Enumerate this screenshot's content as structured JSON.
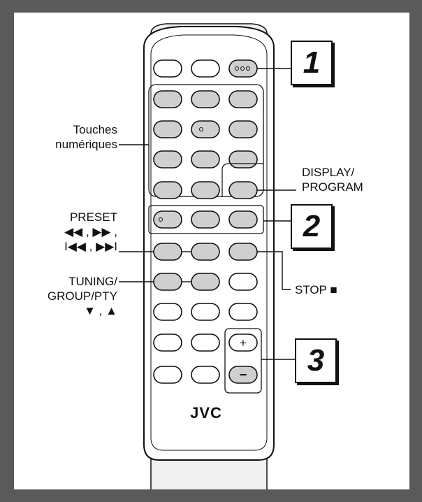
{
  "brand": "JVC",
  "labels": {
    "touches_line1": "Touches",
    "touches_line2": "numériques",
    "display_line1": "DISPLAY/",
    "display_line2": "PROGRAM",
    "preset": "PRESET",
    "preset_arrows_1": "◀◀ , ▶▶ ,",
    "preset_arrows_2": "I◀◀ , ▶▶I",
    "tuning_line1": "TUNING/",
    "tuning_line2": "GROUP/PTY",
    "tuning_arrows": "▼ , ▲",
    "stop": "STOP ■"
  },
  "callouts": [
    "1",
    "2",
    "3"
  ],
  "buttons": {
    "plus": "+",
    "minus": "−"
  },
  "colors": {
    "border": "#5a5a5a",
    "highlighted_button": "#cfcfcf",
    "plain_button": "#ffffff",
    "line": "#111111"
  }
}
